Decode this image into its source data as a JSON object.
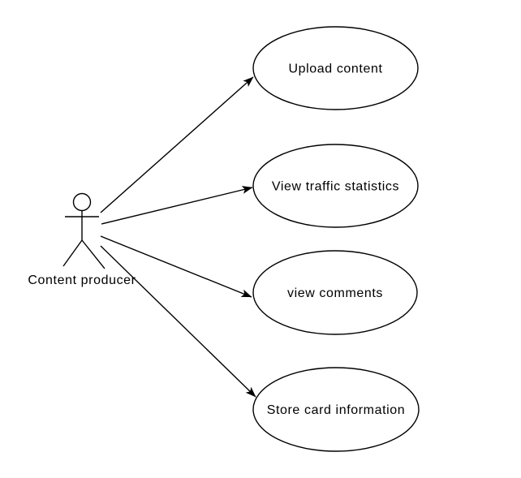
{
  "diagram": {
    "actor": {
      "label": "Content producer"
    },
    "use_cases": [
      {
        "label": "Upload content"
      },
      {
        "label": "View traffic statistics"
      },
      {
        "label": "view comments"
      },
      {
        "label": "Store card information"
      }
    ],
    "associations": [
      {
        "from": "Content producer",
        "to": "Upload content"
      },
      {
        "from": "Content producer",
        "to": "View traffic statistics"
      },
      {
        "from": "Content producer",
        "to": "view comments"
      },
      {
        "from": "Content producer",
        "to": "Store card information"
      }
    ],
    "colors": {
      "stroke": "#000000",
      "background": "#ffffff",
      "shape_fill": "#ffffff",
      "text": "#000000"
    }
  }
}
